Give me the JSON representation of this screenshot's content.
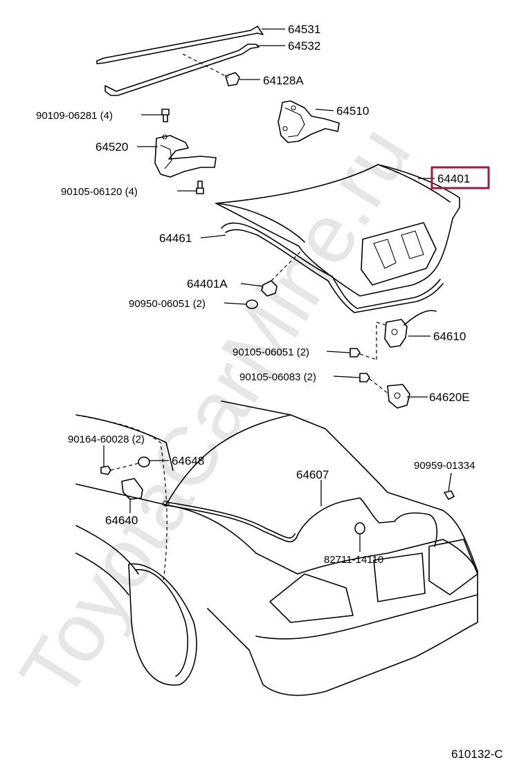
{
  "watermark": "ToyotaCarMine.ru",
  "diagram_code": "610132-C",
  "highlight_color": "#9b1b42",
  "parts": {
    "p64531": "64531",
    "p64532": "64532",
    "p64128A": "64128A",
    "p90109_06281": "90109-06281 (4)",
    "p64510": "64510",
    "p64520": "64520",
    "p64401": "64401",
    "p90105_06120": "90105-06120 (4)",
    "p64461": "64461",
    "p64401A": "64401A",
    "p90950_06051": "90950-06051 (2)",
    "p64610": "64610",
    "p90105_06051": "90105-06051 (2)",
    "p90105_06083": "90105-06083 (2)",
    "p64620E": "64620E",
    "p90164_60028": "90164-60028 (2)",
    "p64648": "64648",
    "p64607": "64607",
    "p90959_01334": "90959-01334",
    "p64640": "64640",
    "p82711_14110": "82711-14110"
  }
}
